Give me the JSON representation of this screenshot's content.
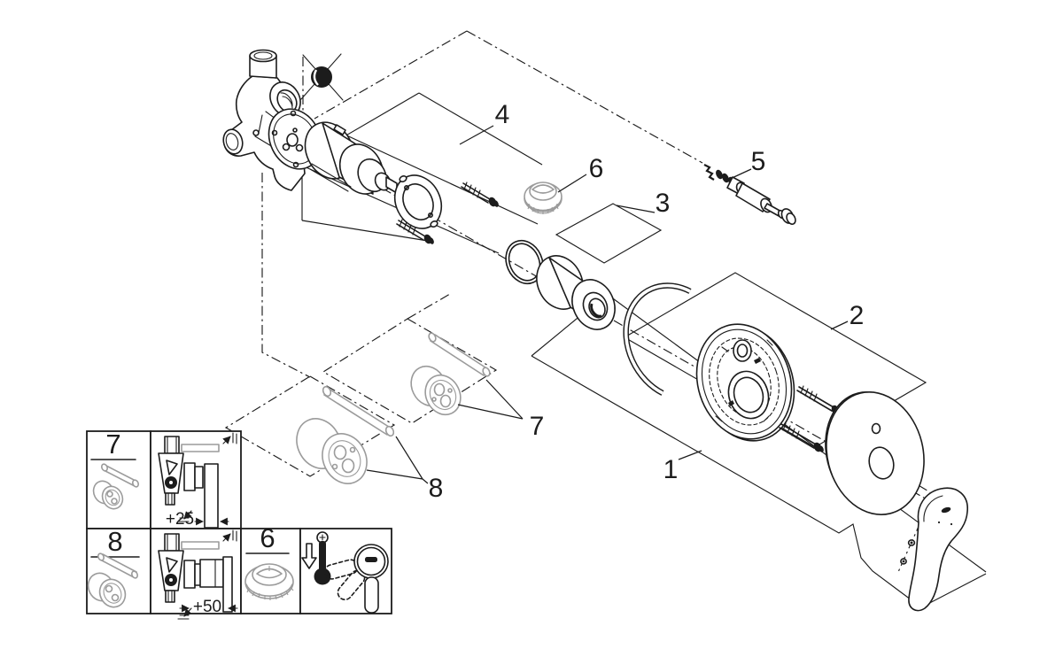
{
  "callouts": {
    "c1": "1",
    "c2": "2",
    "c3": "3",
    "c4": "4",
    "c5": "5",
    "c6": "6",
    "c7": "7",
    "c8": "8"
  },
  "insets": {
    "ext25": {
      "label": "7",
      "dimension": "+25"
    },
    "ext50": {
      "label": "8",
      "dimension": "+50"
    },
    "limiter": {
      "label": "6"
    }
  },
  "colors": {
    "line": "#1c1c1c",
    "gray": "#9b9b9b",
    "background": "#ffffff"
  }
}
